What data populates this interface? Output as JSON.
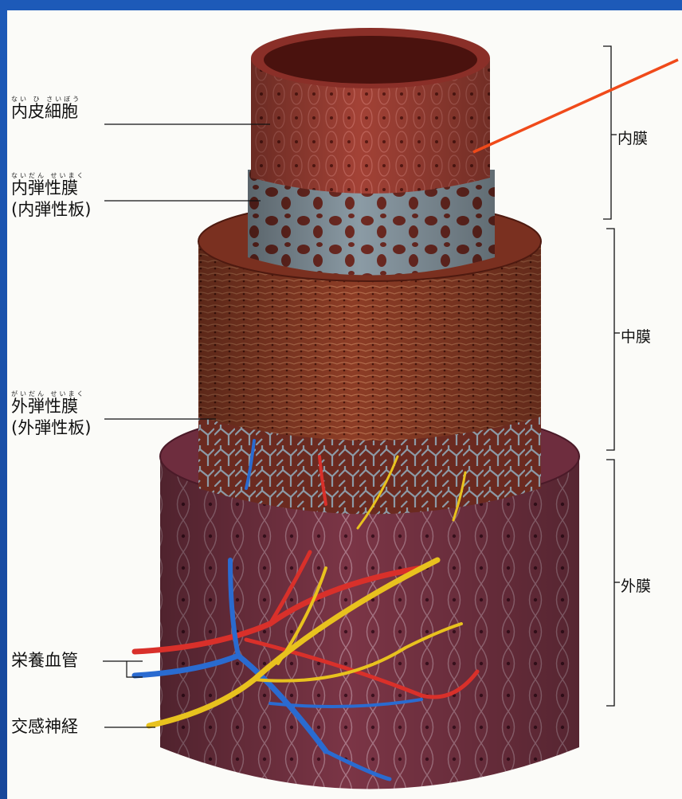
{
  "labels": {
    "endothelial": {
      "ruby": "ない ひ さいぼう",
      "text": "内皮細胞"
    },
    "internal_elastic": {
      "ruby": "ないだん せいまく",
      "text": "内弾性膜",
      "sub": "(内弾性板)"
    },
    "external_elastic": {
      "ruby": "がいだん せいまく",
      "text": "外弾性膜",
      "sub": "(外弾性板)"
    },
    "vasa_vasorum": {
      "text": "栄養血管"
    },
    "sympathetic_nerve": {
      "text": "交感神経"
    }
  },
  "layers": {
    "intima": "内膜",
    "media": "中膜",
    "adventitia": "外膜"
  },
  "colors": {
    "frame": "#1f4fa8",
    "pointer": "#f04a1a",
    "intima": "#9c3a30",
    "elastic": "#8a9aa4",
    "media": "#8a3b26",
    "adventitia": "#7a3648",
    "artery": "#d9302a",
    "vein": "#2a6bd0",
    "nerve": "#e8c21e"
  }
}
